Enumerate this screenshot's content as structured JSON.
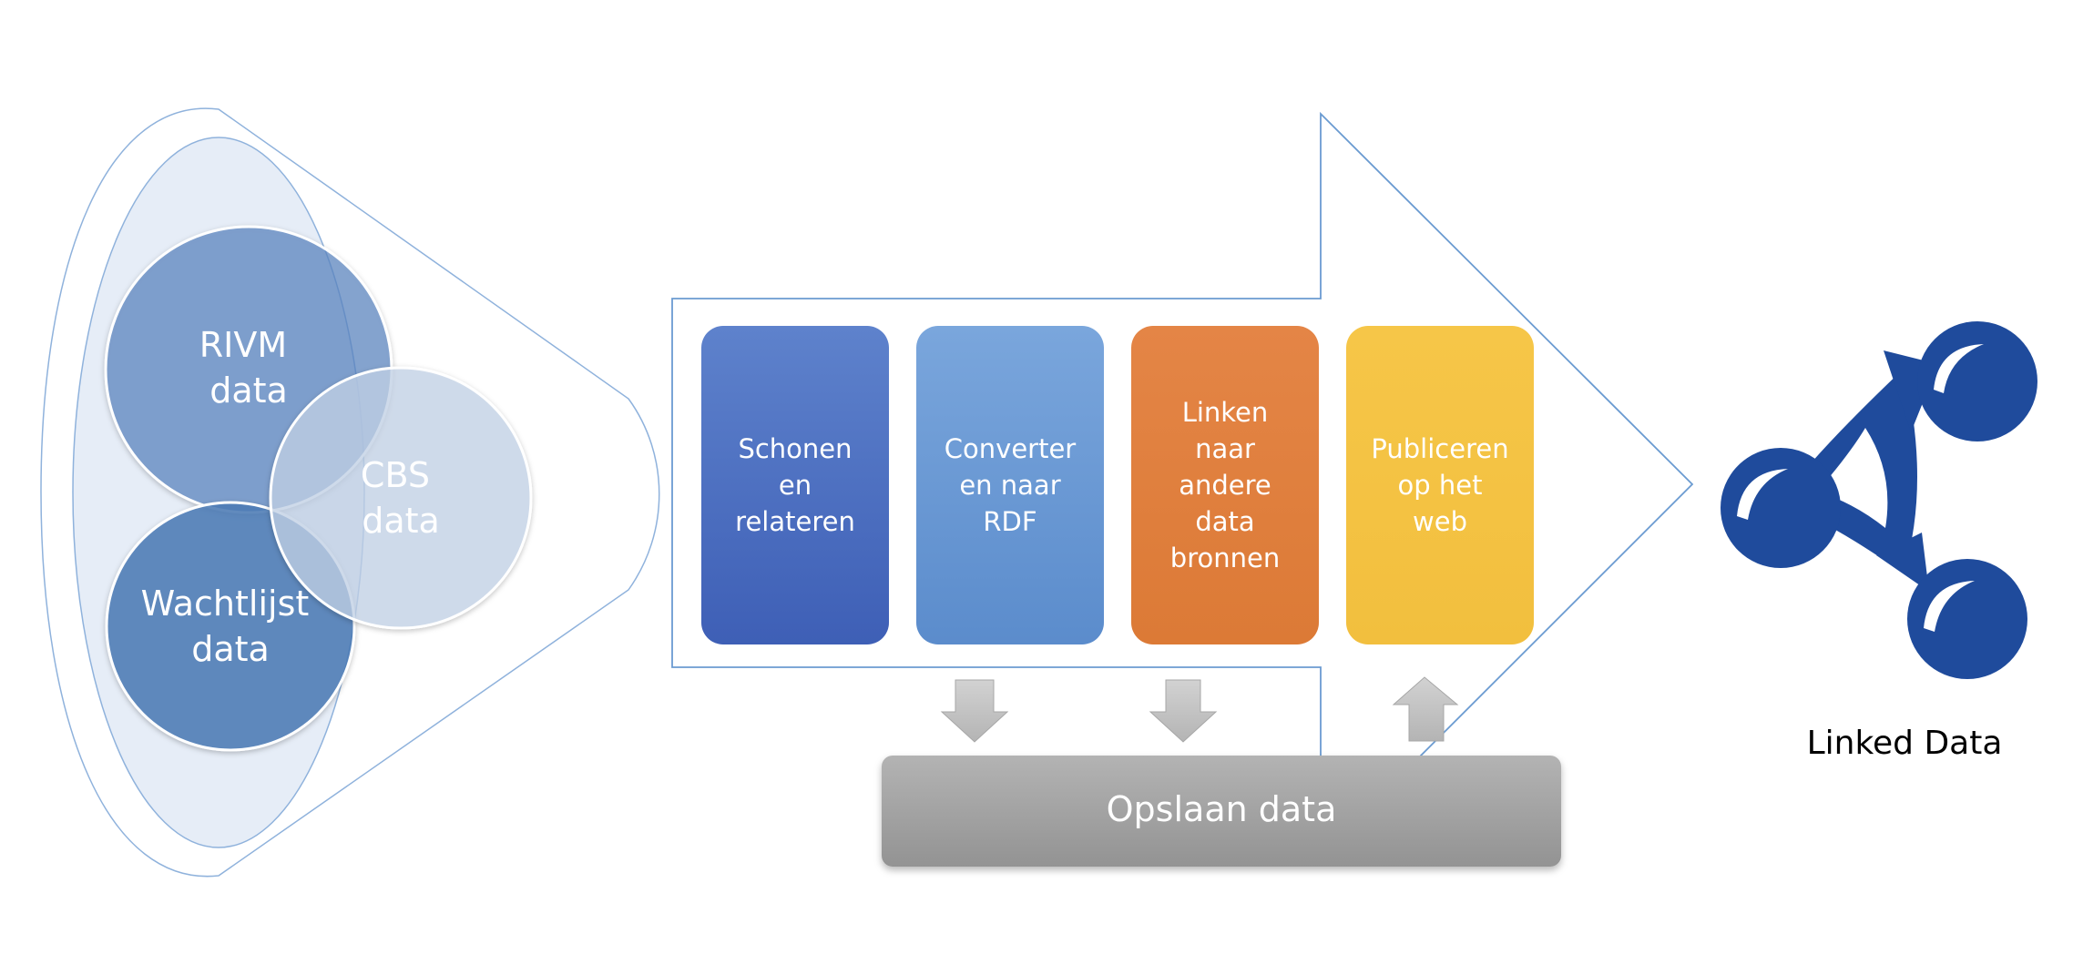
{
  "sources": {
    "rivm": [
      "RIVM",
      "data"
    ],
    "cbs": [
      "CBS",
      "data"
    ],
    "wachtlijst": [
      "Wachtlijst",
      "data"
    ]
  },
  "steps": [
    {
      "lines": [
        "Schonen",
        "en",
        "relateren"
      ],
      "color": "#4a6cc0"
    },
    {
      "lines": [
        "Converter",
        "en naar",
        "RDF"
      ],
      "color": "#6a9bd6"
    },
    {
      "lines": [
        "Linken",
        "naar",
        "andere",
        "data",
        "bronnen"
      ],
      "color": "#e07d3c"
    },
    {
      "lines": [
        "Publiceren",
        "op het",
        "web"
      ],
      "color": "#f4c242"
    }
  ],
  "storage": {
    "label": "Opslaan data"
  },
  "output": {
    "label": "Linked Data",
    "icon": "linked-data-icon",
    "color": "#1f4b9c"
  },
  "colors": {
    "funnel_stroke": "#8fb2dc",
    "arrow_stroke": "#6b9bd1",
    "storage_fill": "#a8a8a8",
    "small_arrow_fill": "#c4c4c4"
  }
}
